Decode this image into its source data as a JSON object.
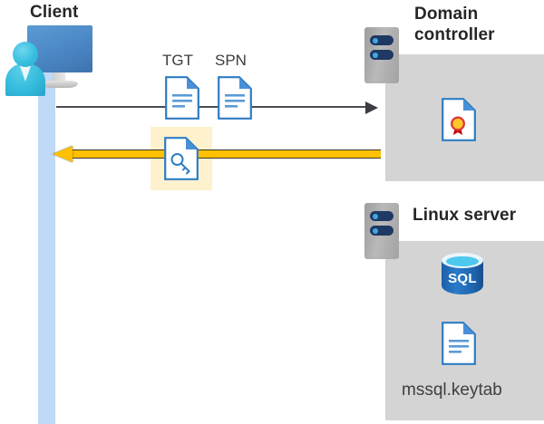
{
  "diagram": {
    "title_client": "Client",
    "title_domain_controller": "Domain\ncontroller",
    "title_linux_server": "Linux server",
    "label_tgt": "TGT",
    "label_spn": "SPN",
    "label_keytab_file": "mssql.keytab",
    "label_sql": "SQL",
    "icons": {
      "client": "client-computer-user-icon",
      "dc_server": "server-rack-icon",
      "linux_server": "server-rack-icon",
      "tgt_document": "document-icon",
      "spn_document": "document-icon",
      "key_document": "document-with-key-icon",
      "certificate_document": "document-with-certificate-seal-icon",
      "sql_database": "sql-database-cylinder-icon",
      "keytab_document": "document-icon"
    },
    "arrows": [
      {
        "name": "request-arrow",
        "direction": "right",
        "color": "#3c3c46"
      },
      {
        "name": "response-arrow",
        "direction": "left",
        "color": "#ffc000"
      }
    ],
    "colors": {
      "panel_gray": "#d4d4d4",
      "lifeline_blue": "#bfd9f7",
      "highlight_yellow": "#fdf2cd",
      "arrow_gold": "#ffc000",
      "arrow_gray": "#3c3c46",
      "doc_outline_blue": "#2e7cc4",
      "title_text": "#262626",
      "sql_blue": "#1f66b0"
    }
  }
}
